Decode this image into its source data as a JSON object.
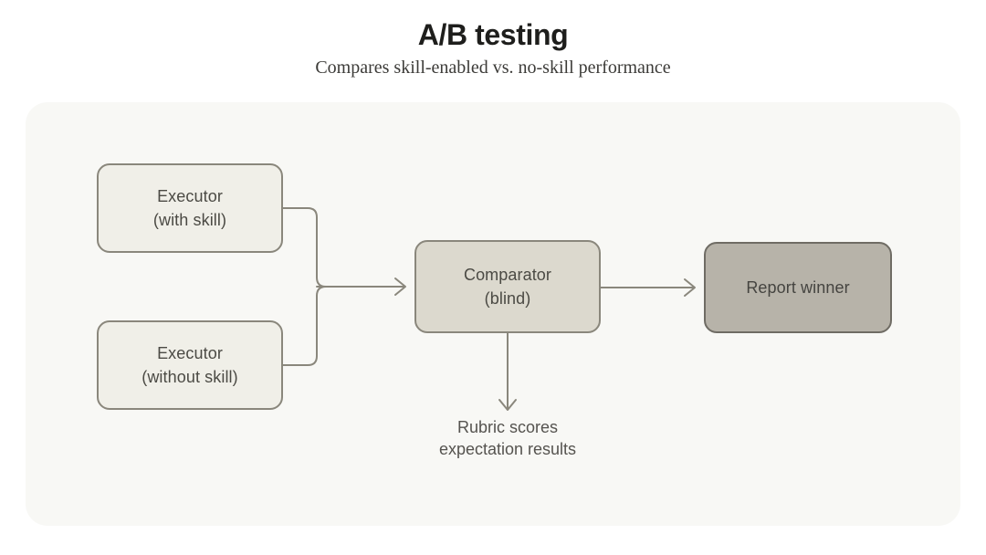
{
  "header": {
    "title": "A/B testing",
    "subtitle": "Compares skill-enabled vs. no-skill performance"
  },
  "diagram": {
    "nodes": [
      {
        "id": "executor-with-skill",
        "lines": [
          "Executor",
          "(with skill)"
        ]
      },
      {
        "id": "executor-without-skill",
        "lines": [
          "Executor",
          "(without skill)"
        ]
      },
      {
        "id": "comparator",
        "lines": [
          "Comparator",
          "(blind)"
        ]
      },
      {
        "id": "report-winner",
        "lines": [
          "Report winner"
        ]
      }
    ],
    "caption": [
      "Rubric scores",
      "expectation results"
    ],
    "colors": {
      "page_background": "#ffffff",
      "canvas_background": "#f8f8f5",
      "node_light_fill": "#f0efe8",
      "node_mid_fill": "#dcd9ce",
      "node_dark_fill": "#b7b3a9",
      "node_border": "#8a877c",
      "node_dark_border": "#6f6c64",
      "connector_stroke": "#8a877c",
      "label_text": "#4b4a44",
      "title_text": "#1e1e1c"
    }
  }
}
